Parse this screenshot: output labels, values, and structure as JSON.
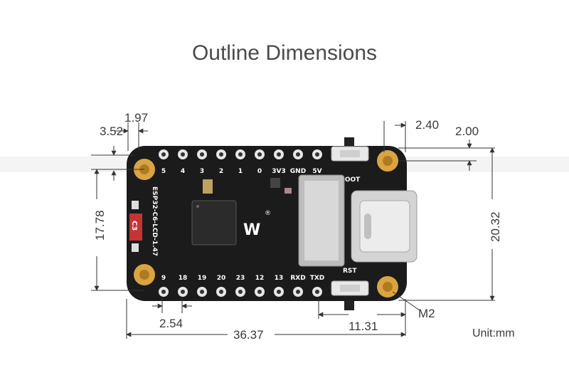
{
  "title": "Outline Dimensions",
  "unit_label": "Unit:mm",
  "dimensions": {
    "d_352": "3.52",
    "d_197": "1.97",
    "d_240": "2.40",
    "d_200": "2.00",
    "d_1778": "17.78",
    "d_2032": "20.32",
    "d_254": "2.54",
    "d_3637": "36.37",
    "d_1131": "11.31",
    "m2": "M2"
  },
  "board": {
    "model": "ESP32-C6-LCD-1.47",
    "chip_label": "C3",
    "top_pins": [
      "5",
      "4",
      "3",
      "2",
      "1",
      "0",
      "3V3",
      "GND",
      "5V"
    ],
    "bottom_pins": [
      "9",
      "18",
      "19",
      "20",
      "23",
      "12",
      "13",
      "RXD",
      "TXD"
    ],
    "button_top": "BOOT",
    "button_bottom": "RST"
  },
  "colors": {
    "board": "#1b1b1b",
    "gold": "#d9a441",
    "line": "#333333"
  }
}
